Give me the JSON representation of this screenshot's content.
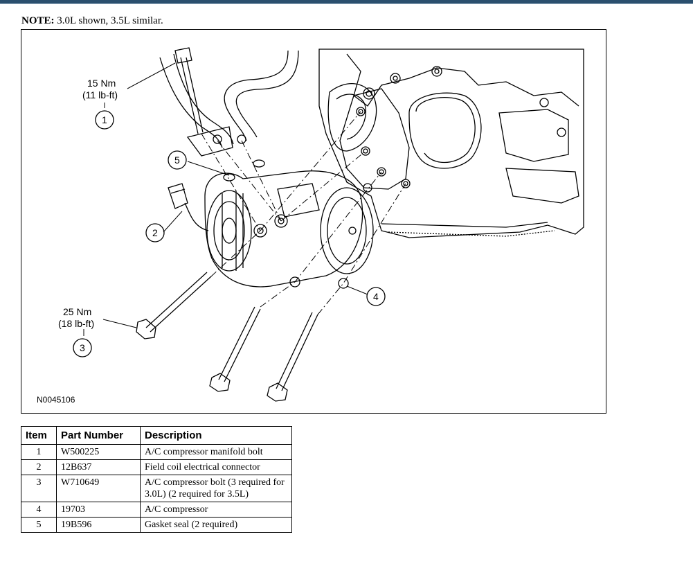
{
  "note": {
    "label": "NOTE:",
    "text": "3.0L shown, 3.5L similar."
  },
  "figure": {
    "callouts": [
      {
        "id": "1",
        "torque_nm": "15 Nm",
        "torque_lbft": "(11 lb-ft)"
      },
      {
        "id": "2"
      },
      {
        "id": "3",
        "torque_nm": "25 Nm",
        "torque_lbft": "(18 lb-ft)"
      },
      {
        "id": "4"
      },
      {
        "id": "5"
      }
    ],
    "figure_id": "N0045106"
  },
  "table": {
    "headers": [
      "Item",
      "Part Number",
      "Description"
    ],
    "rows": [
      {
        "item": "1",
        "part": "W500225",
        "desc": "A/C compressor manifold bolt"
      },
      {
        "item": "2",
        "part": "12B637",
        "desc": "Field coil electrical connector"
      },
      {
        "item": "3",
        "part": "W710649",
        "desc": "A/C compressor bolt (3 required for 3.0L) (2 required for 3.5L)"
      },
      {
        "item": "4",
        "part": "19703",
        "desc": "A/C compressor"
      },
      {
        "item": "5",
        "part": "19B596",
        "desc": "Gasket seal (2 required)"
      }
    ]
  }
}
